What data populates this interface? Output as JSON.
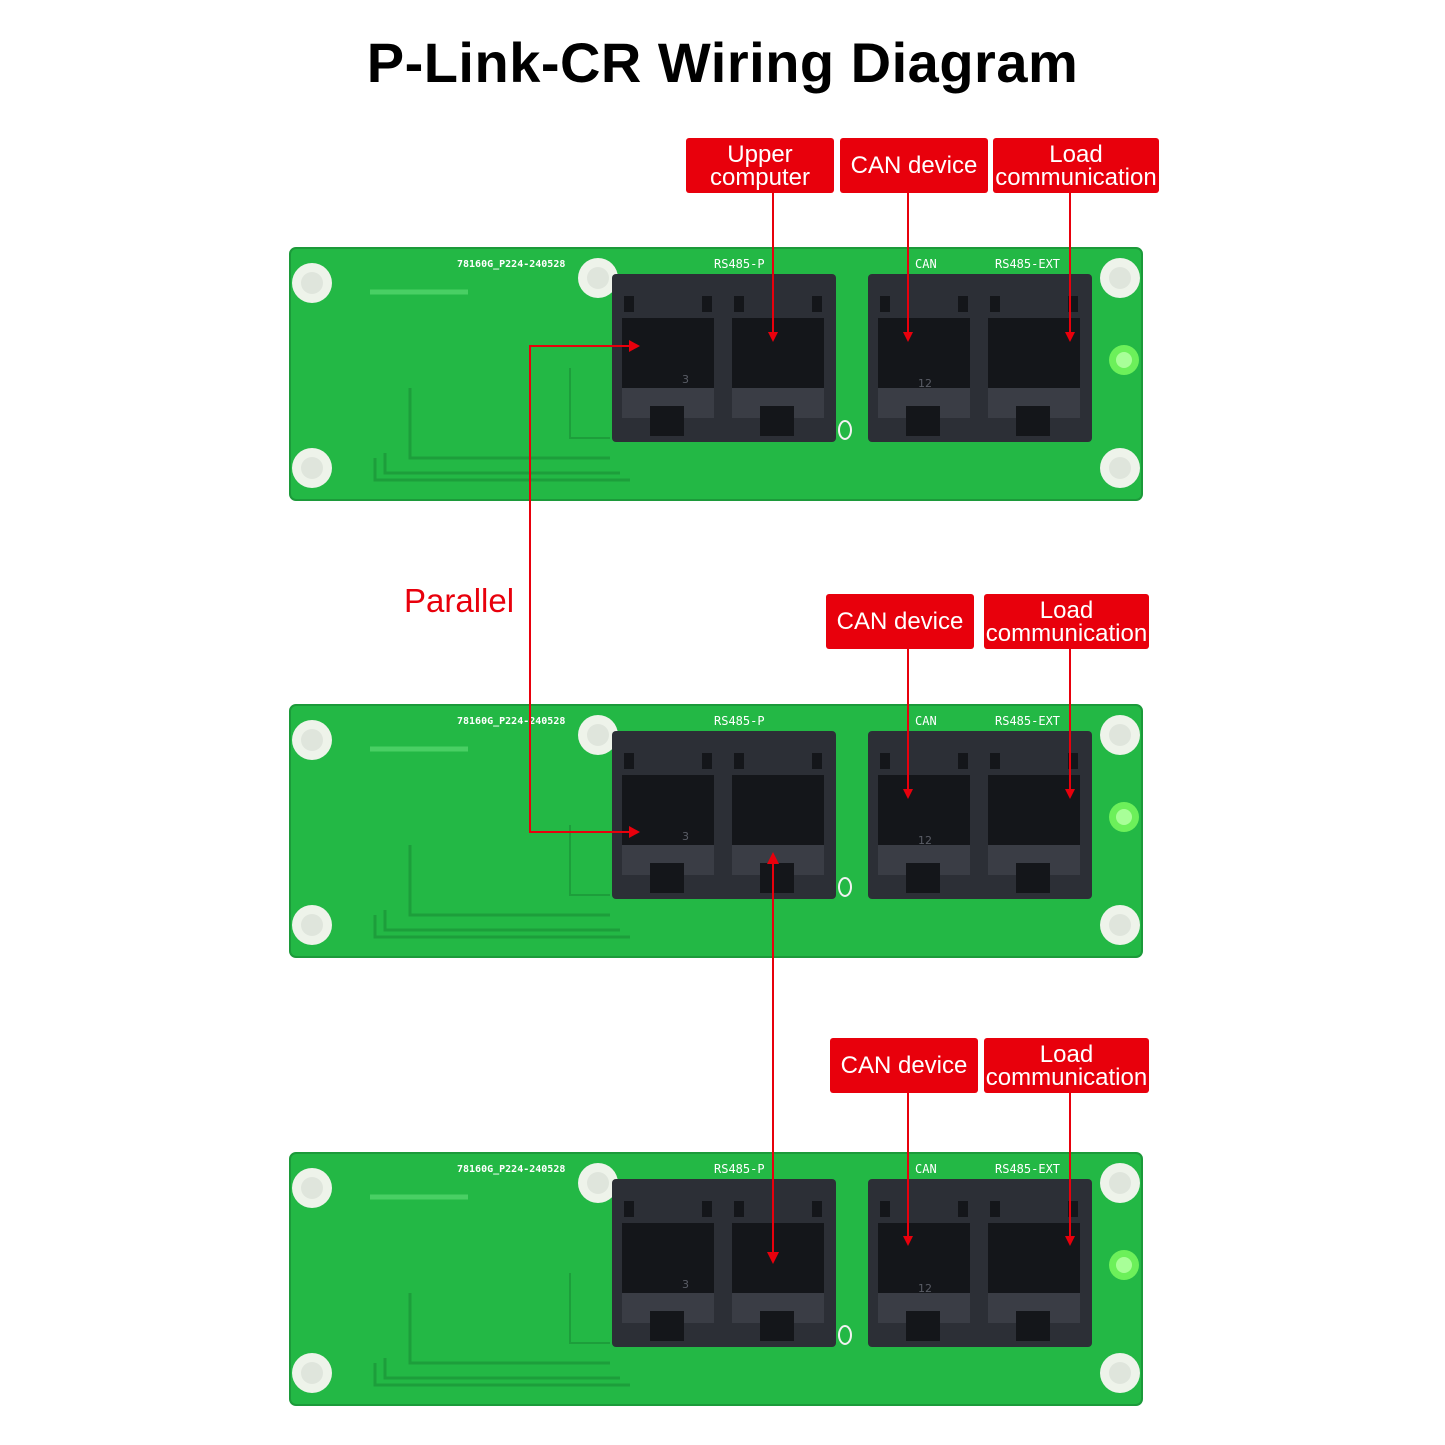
{
  "title": "P-Link-CR Wiring Diagram",
  "parallel_label": "Parallel",
  "board": {
    "part_number": "78160G_P224-240528",
    "port_group_1": "RS485-P",
    "port_group_2": "CAN",
    "port_group_3": "RS485-EXT",
    "port_marks": [
      "3",
      "12"
    ]
  },
  "labels": {
    "upper_computer": "Upper\ncomputer",
    "can_device": "CAN device",
    "load_communication": "Load\ncommunication"
  },
  "colors": {
    "board_green": "#23b845",
    "connector": "#2c2f36",
    "label_red": "#e8000c",
    "led_green": "#6cf05a"
  }
}
